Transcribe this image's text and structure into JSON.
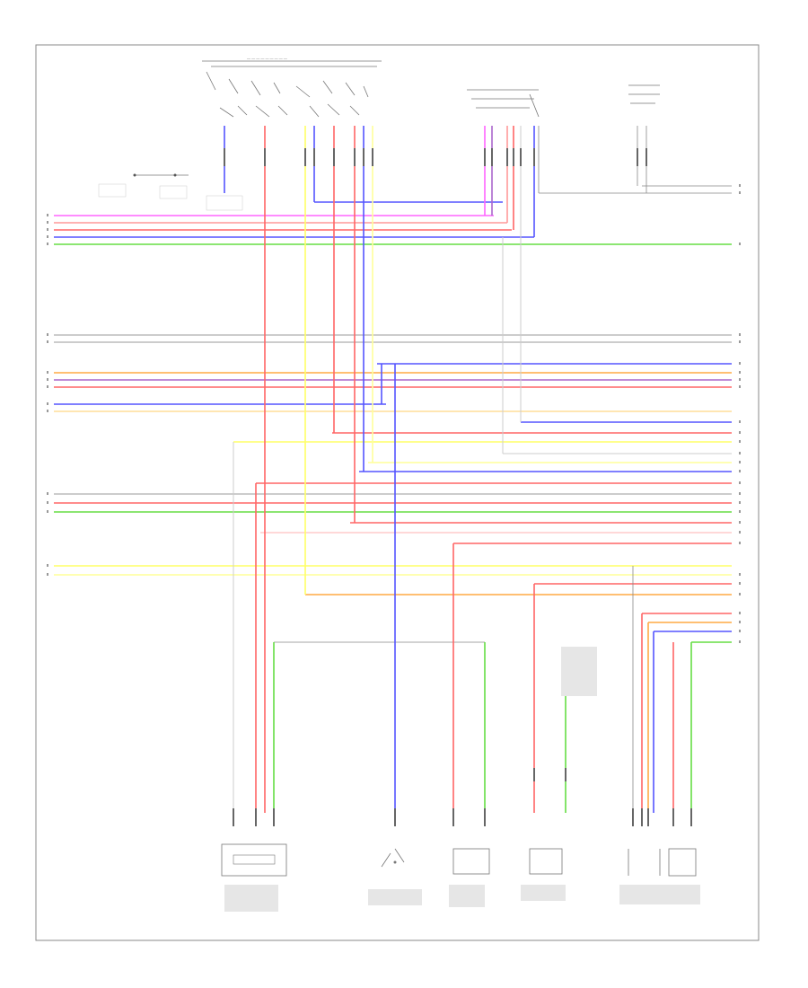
{
  "diagram": {
    "figure_code": "",
    "colors": {
      "pink": "#ff66ff",
      "red": "#ff6666",
      "blue": "#5555ff",
      "green": "#66dd44",
      "yellow": "#ffff66",
      "orange": "#ffaa44",
      "violet": "#aa66cc",
      "gray": "#999999",
      "lightgray": "#cccccc",
      "frame": "#888888"
    },
    "components": [
      {
        "id": "transmission-control-module",
        "label": ""
      },
      {
        "id": "transmission-fluid-temp-switch",
        "label": ""
      },
      {
        "id": "rpm-sensor",
        "label": ""
      },
      {
        "id": "transfer-case-sensor",
        "label": ""
      },
      {
        "id": "clutch-sensor-left",
        "label": ""
      },
      {
        "id": "clutch-sensor-right",
        "label": ""
      },
      {
        "id": "top-connector",
        "label": ""
      },
      {
        "id": "right-top-connector",
        "label": ""
      }
    ]
  }
}
